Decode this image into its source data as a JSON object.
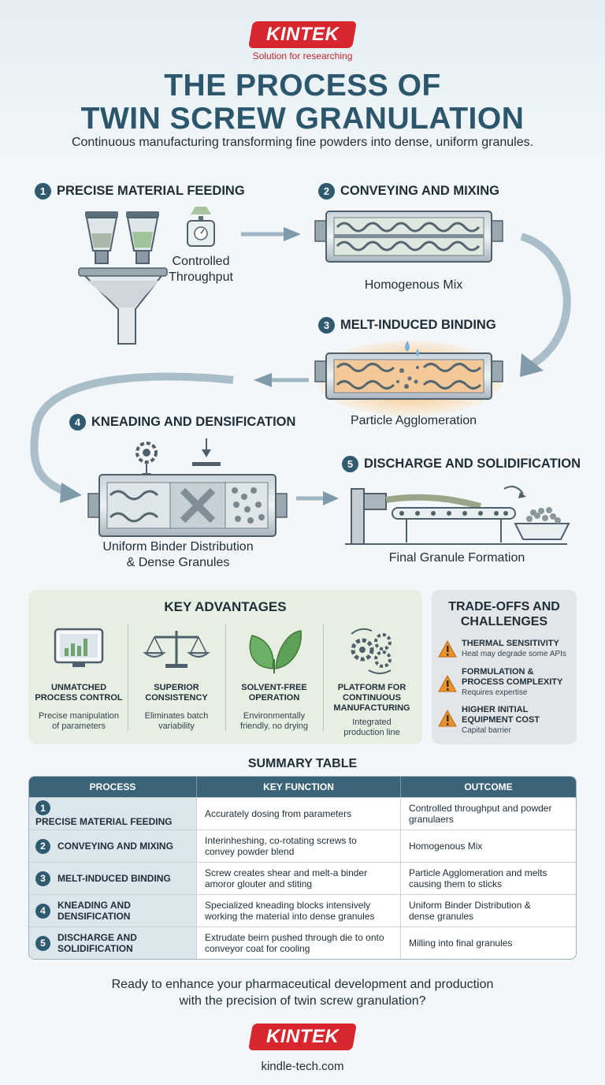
{
  "header": {
    "brand": "KINTEK",
    "tagline": "Solution for researching",
    "title_line1": "THE PROCESS OF",
    "title_line2": "TWIN SCREW GRANULATION",
    "subtitle": "Continuous manufacturing transforming fine powders into dense, uniform granules."
  },
  "steps": [
    {
      "num": "1",
      "title": "PRECISE MATERIAL FEEDING",
      "caption_line1": "Controlled",
      "caption_line2": "Throughput"
    },
    {
      "num": "2",
      "title": "CONVEYING AND MIXING",
      "caption_line1": "Homogenous Mix"
    },
    {
      "num": "3",
      "title": "MELT-INDUCED BINDING",
      "caption_line1": "Particle Agglomeration"
    },
    {
      "num": "4",
      "title": "KNEADING AND DENSIFICATION",
      "caption_line1": "Uniform Binder Distribution",
      "caption_line2": "& Dense Granules"
    },
    {
      "num": "5",
      "title": "DISCHARGE AND SOLIDIFICATION",
      "caption_line1": "Final Granule Formation"
    }
  ],
  "advantages": {
    "title": "KEY ADVANTAGES",
    "items": [
      {
        "h1": "UNMATCHED",
        "h2": "PROCESS CONTROL",
        "d1": "Precise manipulation",
        "d2": "of parameters",
        "icon": "monitor-chart-icon"
      },
      {
        "h1": "SUPERIOR",
        "h2": "CONSISTENCY",
        "d1": "Eliminates batch",
        "d2": "variability",
        "icon": "balance-scale-icon"
      },
      {
        "h1": "SOLVENT-FREE",
        "h2": "OPERATION",
        "d1": "Environmentally",
        "d2": "friendly, no drying",
        "icon": "leaf-icon"
      },
      {
        "h1": "PLATFORM FOR",
        "h2": "CONTINUOUS",
        "h3": "MANUFACTURING",
        "d1": "Integrated",
        "d2": "production line",
        "icon": "gears-cycle-icon"
      }
    ]
  },
  "tradeoffs": {
    "title_line1": "TRADE-OFFS AND",
    "title_line2": "CHALLENGES",
    "items": [
      {
        "h1": "THERMAL SENSITIVITY",
        "d": "Heat may degrade some APIs"
      },
      {
        "h1": "FORMULATION &",
        "h2": "PROCESS COMPLEXITY",
        "d": "Requires expertise"
      },
      {
        "h1": "HIGHER INITIAL",
        "h2": "EQUIPMENT COST",
        "d": "Capital barrier"
      }
    ]
  },
  "summary": {
    "title": "SUMMARY TABLE",
    "headers": [
      "PROCESS",
      "KEY FUNCTION",
      "OUTCOME"
    ],
    "rows": [
      {
        "num": "1",
        "p1": "PRECISE MATERIAL FEEDING",
        "f1": "Accurately dosing from parameters",
        "o1": "Controlled throughput and powder",
        "o2": "granulaers"
      },
      {
        "num": "2",
        "p1": "CONVEYING AND MIXING",
        "f1": "Interinheshing, co-rotating screws to",
        "f2": "convey powder blend",
        "o1": "Homogenous Mix"
      },
      {
        "num": "3",
        "p1": "MELT-INDUCED BINDING",
        "f1": "Screw creates shear and melt-a binder",
        "f2": "amoror glouter and stiting",
        "o1": "Particle Agglomeration and melts",
        "o2": "causing them to sticks"
      },
      {
        "num": "4",
        "p1": "KNEADING AND",
        "p2": "DENSIFICATION",
        "f1": "Specialized kneading blocks intensively",
        "f2": "working the material into dense granules",
        "o1": "Uniform Binder Distribution &",
        "o2": "dense granules"
      },
      {
        "num": "5",
        "p1": "DISCHARGE AND",
        "p2": "SOLIDIFICATION",
        "f1": "Extrudate beirn pushed through die to onto",
        "f2": "conveyor coat for cooling",
        "o1": "Milling into final granules"
      }
    ]
  },
  "footer": {
    "cta_line1": "Ready to enhance your pharmaceutical development and production",
    "cta_line2": "with the precision of twin screw granulation?",
    "brand": "KINTEK",
    "url": "kindle-tech.com"
  },
  "colors": {
    "brand_red": "#d8262e",
    "title_blue": "#2c566c",
    "step_badge": "#2f5a70",
    "advantages_bg": "#e6efe1",
    "tradeoffs_bg": "#e3e6e8",
    "table_header": "#3b6479",
    "warning": "#e8942a"
  }
}
